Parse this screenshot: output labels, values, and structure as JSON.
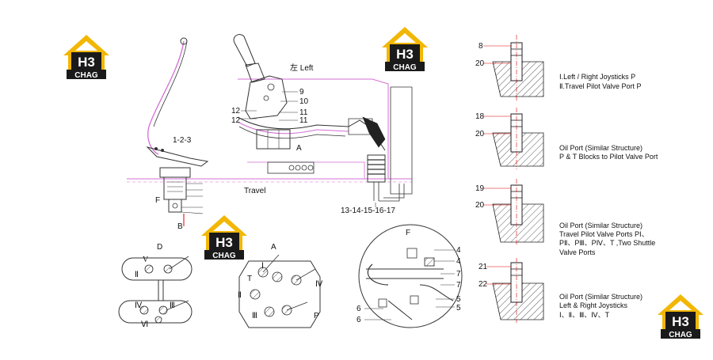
{
  "colors": {
    "logo_yellow": "#f2b705",
    "logo_dark": "#1a1a1a",
    "pink_line": "#d46fd4",
    "ink": "#111111"
  },
  "logo": {
    "letters": "H3",
    "word": "CHAG"
  },
  "main_view": {
    "label_left": "左 Left",
    "label_travel": "Travel",
    "label_A": "A",
    "label_F": "F",
    "label_B": "B",
    "label_123": "1-2-3",
    "callouts": [
      "9",
      "10",
      "11",
      "11",
      "12",
      "12"
    ],
    "bottom_range": "13-14-15-16-17"
  },
  "view_D": {
    "title": "D",
    "ports": [
      "V",
      "Ⅱ",
      "Ⅳ",
      "Ⅲ",
      "Ⅵ"
    ]
  },
  "view_A": {
    "title": "A",
    "ports": [
      "Ⅰ",
      "T",
      "Ⅱ",
      "Ⅲ",
      "Ⅳ",
      "P"
    ]
  },
  "view_F": {
    "title": "F",
    "callouts_right": [
      "4",
      "4",
      "7",
      "7",
      "5",
      "5"
    ],
    "callouts_left": [
      "6",
      "6"
    ]
  },
  "sections": [
    {
      "top": "8",
      "bottom": "20",
      "caption": [
        "Ⅰ.Left / Right Joysticks P",
        "Ⅱ.Travel Pilot Valve Port P"
      ]
    },
    {
      "top": "18",
      "bottom": "20",
      "caption": [
        "Oil Port (Similar Structure)",
        "P & T Blocks to Pilot Valve Port"
      ]
    },
    {
      "top": "19",
      "bottom": "20",
      "caption": [
        "Oil Port (Similar Structure)",
        "Travel Pilot Valve Ports PⅠ、",
        "PⅡ、PⅢ、PⅣ、T ,Two Shuttle",
        "Valve Ports"
      ]
    },
    {
      "top": "21",
      "bottom": "22",
      "caption": [
        "Oil Port (Similar Structure)",
        "Left & Right Joysticks",
        "Ⅰ、Ⅱ、Ⅲ、Ⅳ、T"
      ]
    }
  ]
}
